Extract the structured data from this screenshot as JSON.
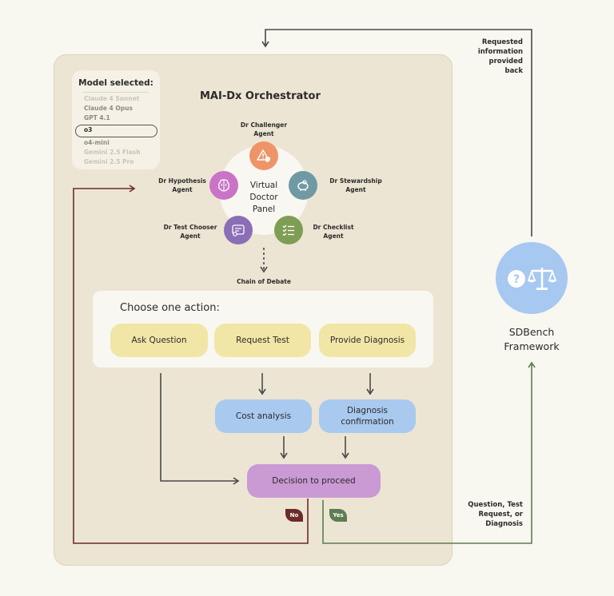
{
  "orchestrator": {
    "title": "MAI-Dx Orchestrator"
  },
  "model_selector": {
    "title": "Model selected:",
    "items": [
      "Claude 4 Sonnet",
      "Claude 4 Opus",
      "GPT 4.1",
      "o3",
      "o4-mini",
      "Gemini 2.5 Flash",
      "Gemini 2.5 Pro"
    ],
    "selected": "o3"
  },
  "panel": {
    "label": "Virtual Doctor Panel",
    "agents": [
      {
        "name": "Dr Challenger Agent",
        "color": "#ef9468",
        "icon": "warning-shield-icon"
      },
      {
        "name": "Dr Stewardship Agent",
        "color": "#6f9aa4",
        "icon": "piggy-bank-icon"
      },
      {
        "name": "Dr Checklist Agent",
        "color": "#7f9e55",
        "icon": "checklist-icon"
      },
      {
        "name": "Dr Test Chooser Agent",
        "color": "#8a6eb6",
        "icon": "test-document-icon"
      },
      {
        "name": "Dr Hypothesis Agent",
        "color": "#c974c7",
        "icon": "brain-icon"
      }
    ]
  },
  "chain_label": "Chain of Debate",
  "actions": {
    "title": "Choose one action:",
    "ask": "Ask Question",
    "request": "Request Test",
    "diagnose": "Provide Diagnosis"
  },
  "cost_analysis": "Cost analysis",
  "diagnosis_confirmation": "Diagnosis confirmation",
  "decision": "Decision to proceed",
  "no_label": "No",
  "yes_label": "Yes",
  "sdbench": {
    "label": "SDBench Framework",
    "icon": "question-scales-icon"
  },
  "notes": {
    "returned": "Requested information provided back",
    "sent": "Question, Test Request, or Diagnosis"
  },
  "colors": {
    "no_path": "#6b2b2b",
    "yes_path": "#5c7d52",
    "arrow": "#4a4a4a",
    "sdbench": "#a6c8f1"
  }
}
